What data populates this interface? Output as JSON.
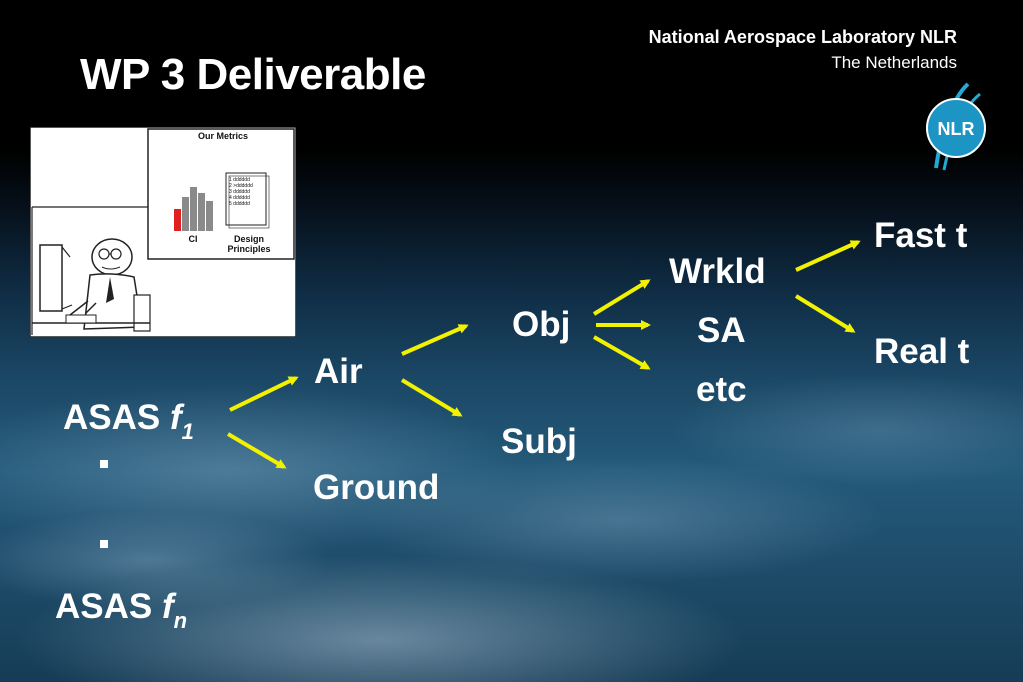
{
  "slide": {
    "title": "WP 3 Deliverable",
    "org": "National Aerospace Laboratory NLR",
    "country": "The Netherlands",
    "logo_text": "NLR",
    "colors": {
      "arrow": "#f2f200",
      "text": "#ffffff",
      "logo": "#23a9d6"
    }
  },
  "cartoon": {
    "chart_title": "Our Metrics",
    "label_ci": "CI",
    "label_design": "Design",
    "label_principles": "Principles",
    "list": [
      "1 dddddd",
      "2 >dddddd",
      "3 dddddd",
      "4 dddddd",
      "5 dddddd"
    ]
  },
  "diagram": {
    "asas1": "ASAS",
    "f1_var": "f",
    "f1_sub": "1",
    "asasn": "ASAS",
    "fn_var": "f",
    "fn_sub": "n",
    "air": "Air",
    "ground": "Ground",
    "obj": "Obj",
    "subj": "Subj",
    "wrkld": "Wrkld",
    "sa": "SA",
    "etc": "etc",
    "fast": "Fast t",
    "real": "Real t"
  }
}
